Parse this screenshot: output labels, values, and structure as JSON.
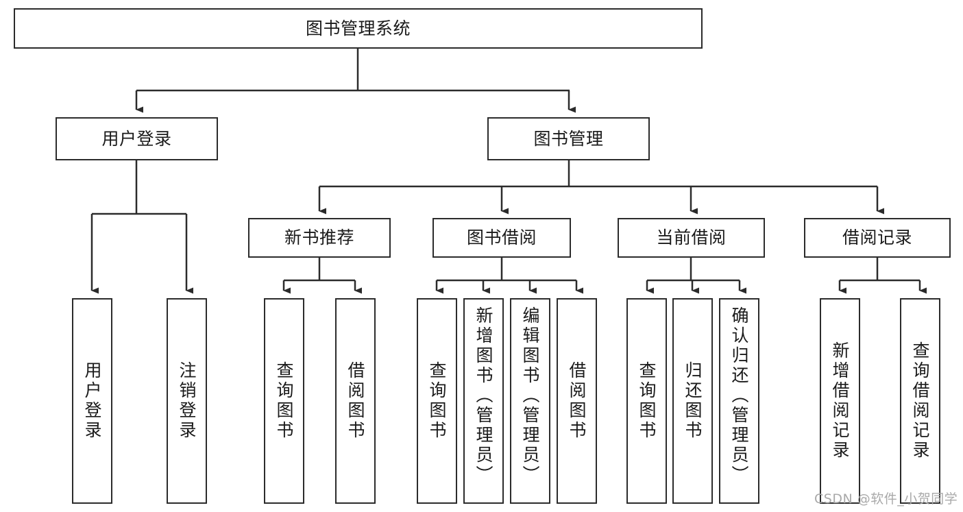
{
  "diagram": {
    "title": "图书管理系统",
    "type": "hierarchical-tree",
    "root": {
      "label": "图书管理系统"
    },
    "level2": [
      {
        "label": "用户登录"
      },
      {
        "label": "图书管理"
      }
    ],
    "level3": [
      {
        "label": "新书推荐"
      },
      {
        "label": "图书借阅"
      },
      {
        "label": "当前借阅"
      },
      {
        "label": "借阅记录"
      }
    ],
    "leaves": {
      "user_login": [
        {
          "label": "用户登录"
        },
        {
          "label": "注销登录"
        }
      ],
      "new_book_recommend": [
        {
          "label": "查询图书"
        },
        {
          "label": "借阅图书"
        }
      ],
      "book_borrow": [
        {
          "label": "查询图书"
        },
        {
          "label": "新增图书（管理员）"
        },
        {
          "label": "编辑图书（管理员）"
        },
        {
          "label": "借阅图书"
        }
      ],
      "current_borrow": [
        {
          "label": "查询图书"
        },
        {
          "label": "归还图书"
        },
        {
          "label": "确认归还（管理员）"
        }
      ],
      "borrow_record": [
        {
          "label": "新增借阅记录"
        },
        {
          "label": "查询借阅记录"
        }
      ]
    }
  },
  "watermark": {
    "text": "CSDN @软件_小贺同学"
  },
  "colors": {
    "border": "#2b2b2b",
    "background": "#ffffff",
    "text": "#1a1a1a",
    "watermark": "#a9a9a9"
  }
}
